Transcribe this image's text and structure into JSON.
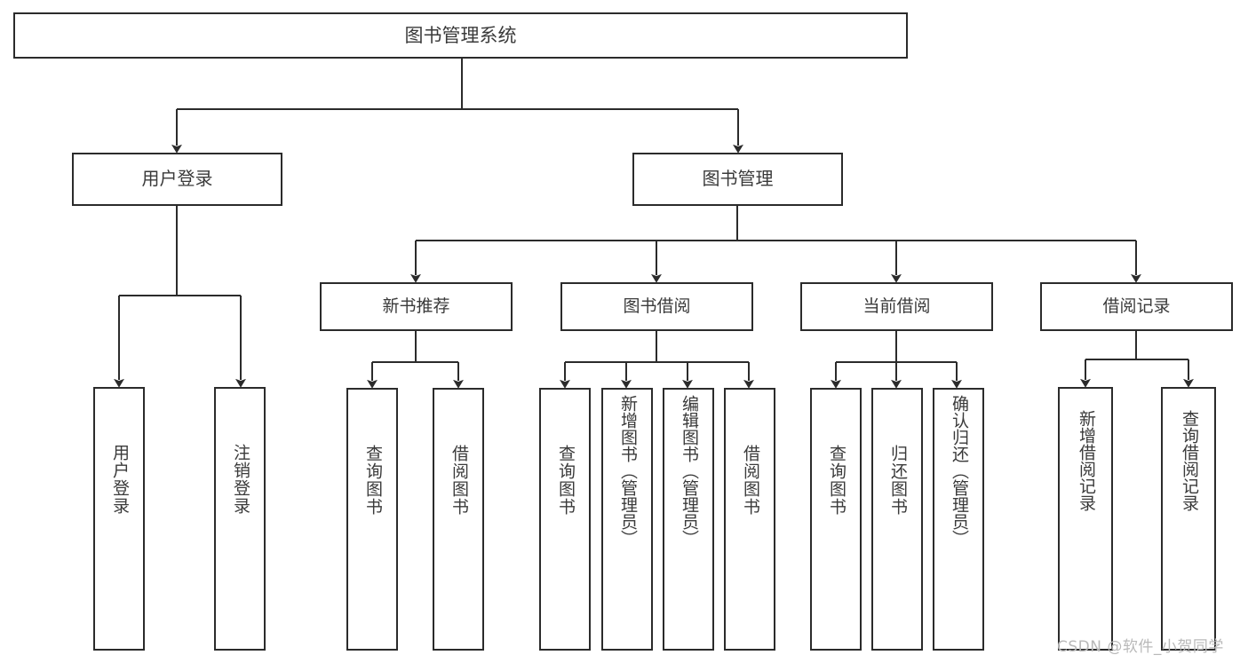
{
  "diagram": {
    "type": "tree-hierarchy",
    "title": "图书管理系统",
    "watermark": "CSDN @软件_小贺同学",
    "colors": {
      "stroke": "#2b2b2b",
      "text": "#3a3a3a",
      "background": "#ffffff",
      "watermark": "#b9b9b9"
    }
  },
  "nodes": {
    "root": {
      "label": "图书管理系统"
    },
    "level1": [
      {
        "id": "user-login",
        "label": "用户登录"
      },
      {
        "id": "book-manage",
        "label": "图书管理"
      }
    ],
    "level2": [
      {
        "id": "new-book-recommend",
        "label": "新书推荐",
        "parent": "book-manage"
      },
      {
        "id": "book-borrow",
        "label": "图书借阅",
        "parent": "book-manage"
      },
      {
        "id": "current-borrow",
        "label": "当前借阅",
        "parent": "book-manage"
      },
      {
        "id": "borrow-record",
        "label": "借阅记录",
        "parent": "book-manage"
      }
    ],
    "leaves": [
      {
        "id": "leaf-user-login",
        "label": "用户登录",
        "parent": "user-login"
      },
      {
        "id": "leaf-logout-login",
        "label": "注销登录",
        "parent": "user-login"
      },
      {
        "id": "leaf-query-book-1",
        "label": "查询图书",
        "parent": "new-book-recommend"
      },
      {
        "id": "leaf-borrow-book-1",
        "label": "借阅图书",
        "parent": "new-book-recommend"
      },
      {
        "id": "leaf-query-book-2",
        "label": "查询图书",
        "parent": "book-borrow"
      },
      {
        "id": "leaf-add-book",
        "label": "新增图书（管理员）",
        "parent": "book-borrow"
      },
      {
        "id": "leaf-edit-book",
        "label": "编辑图书（管理员）",
        "parent": "book-borrow"
      },
      {
        "id": "leaf-borrow-book-2",
        "label": "借阅图书",
        "parent": "book-borrow"
      },
      {
        "id": "leaf-query-book-3",
        "label": "查询图书",
        "parent": "current-borrow"
      },
      {
        "id": "leaf-return-book",
        "label": "归还图书",
        "parent": "current-borrow"
      },
      {
        "id": "leaf-confirm-return",
        "label": "确认归还（管理员）",
        "parent": "current-borrow"
      },
      {
        "id": "leaf-add-record",
        "label": "新增借阅记录",
        "parent": "borrow-record"
      },
      {
        "id": "leaf-query-record",
        "label": "查询借阅记录",
        "parent": "borrow-record"
      }
    ]
  }
}
